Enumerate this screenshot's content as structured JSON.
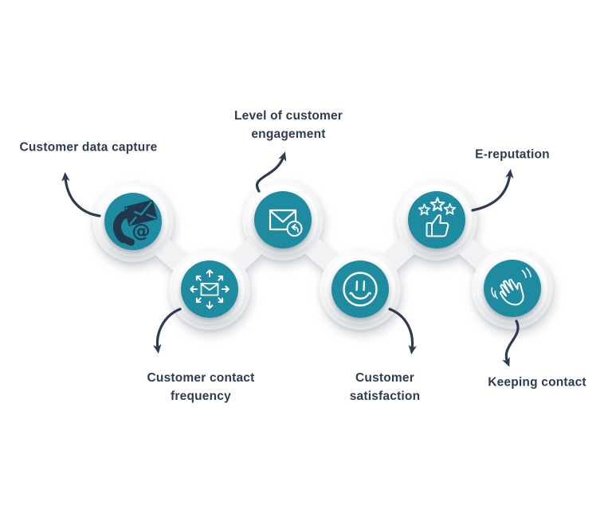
{
  "diagram": {
    "description": "Customer journey infographic with six connected circular icon nodes",
    "colors": {
      "accent_teal": "#1e8ba0",
      "icon_navy": "#21374d",
      "label_text": "#2e3c51",
      "chain_blob": "#f1f2f4",
      "background": "#ffffff"
    },
    "nodes": [
      {
        "name": "customer-data-capture",
        "icon": "phone-email-icon",
        "lines": [
          "Customer data capture"
        ]
      },
      {
        "name": "customer-contact-frequency",
        "icon": "envelope-spread-arrows-icon",
        "lines": [
          "Customer contact",
          "frequency"
        ]
      },
      {
        "name": "level-of-customer-engagement",
        "icon": "envelope-reply-icon",
        "lines": [
          "Level of customer",
          "engagement"
        ]
      },
      {
        "name": "customer-satisfaction",
        "icon": "smiley-face-icon",
        "lines": [
          "Customer",
          "satisfaction"
        ]
      },
      {
        "name": "e-reputation",
        "icon": "thumbs-up-stars-icon",
        "lines": [
          "E-reputation"
        ]
      },
      {
        "name": "keeping-contact",
        "icon": "waving-hand-icon",
        "lines": [
          "Keeping contact"
        ]
      }
    ]
  }
}
